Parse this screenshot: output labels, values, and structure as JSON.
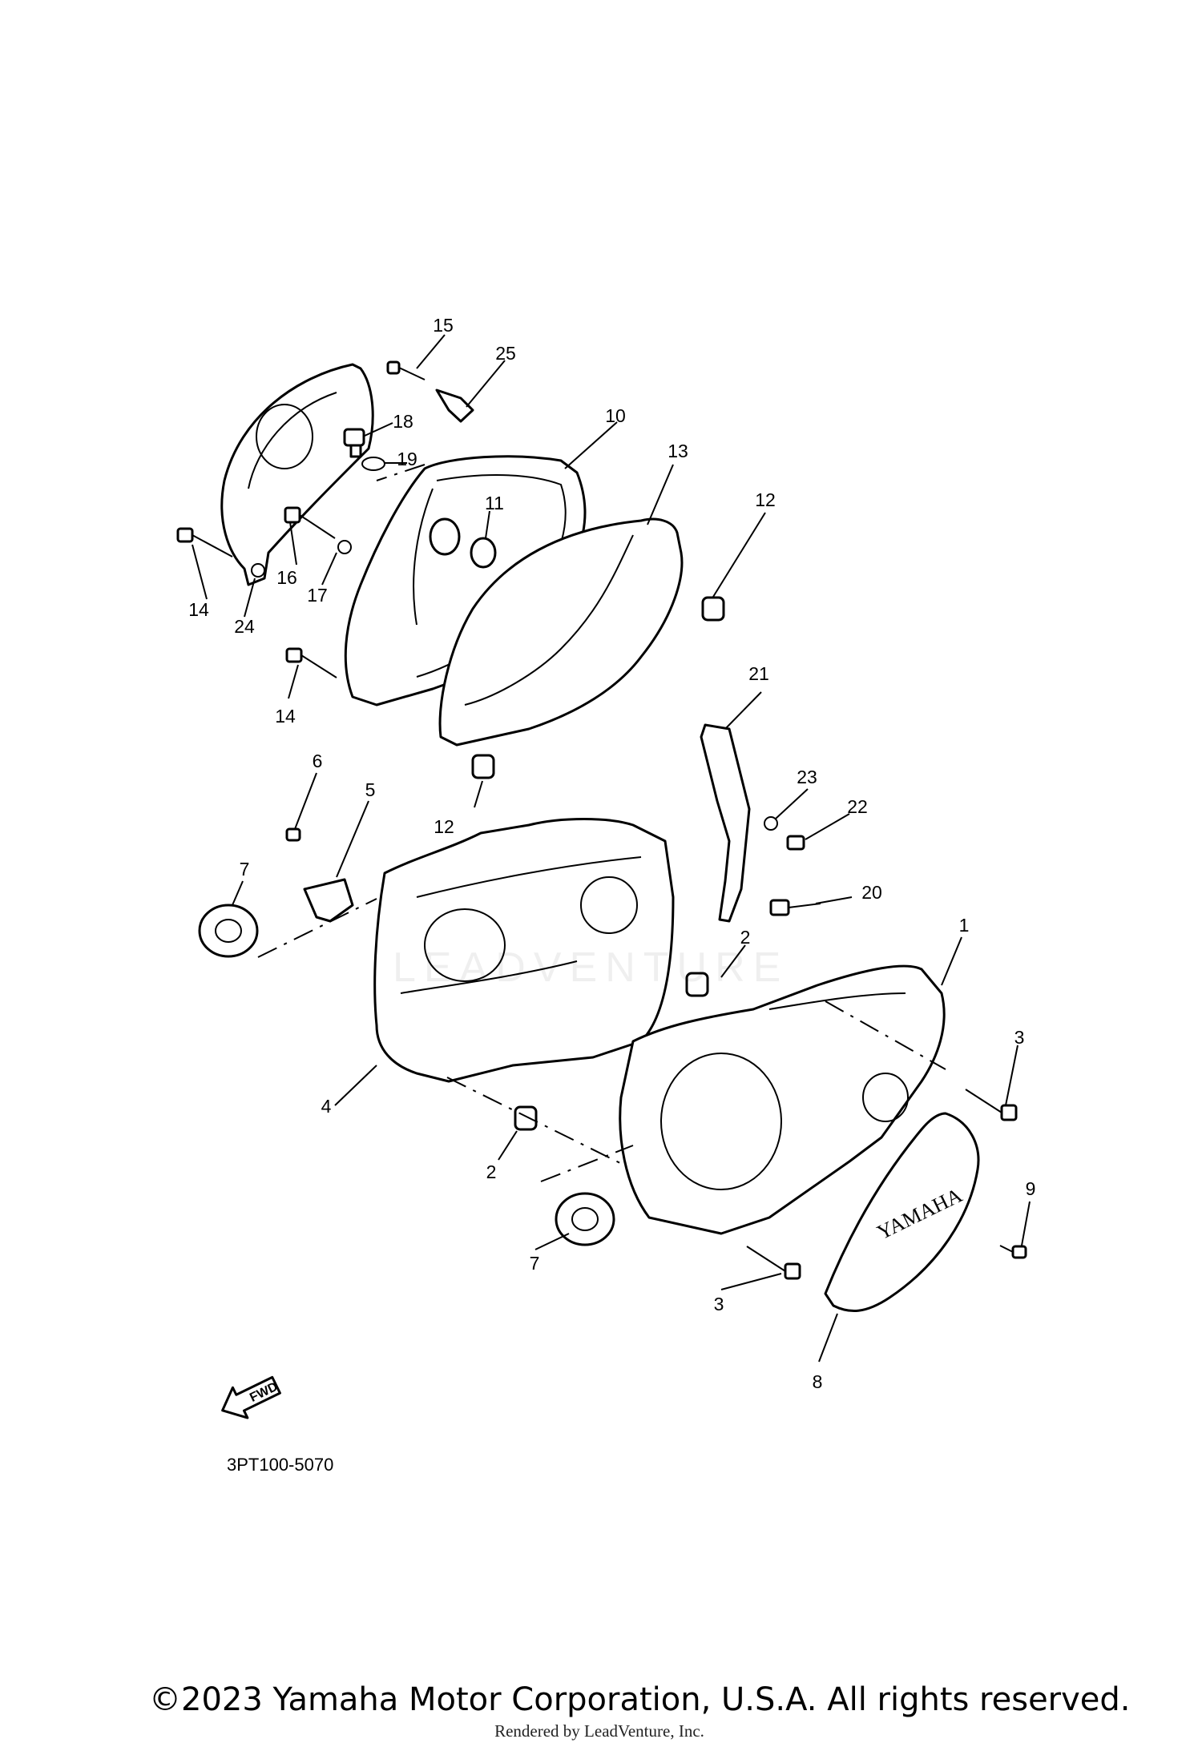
{
  "diagram": {
    "part_code": "3PT100-5070",
    "fwd_label": "FWD",
    "cover_brand": "YAMAHA",
    "watermark": "LEADVENTURE",
    "copyright": "©2023 Yamaha Motor Corporation, U.S.A. All rights reserved.",
    "rendered_by": "Rendered by LeadVenture, Inc.",
    "callouts": [
      "1",
      "2",
      "2",
      "3",
      "3",
      "4",
      "5",
      "6",
      "7",
      "7",
      "8",
      "9",
      "10",
      "11",
      "12",
      "12",
      "13",
      "14",
      "14",
      "15",
      "16",
      "17",
      "18",
      "19",
      "20",
      "21",
      "22",
      "23",
      "24",
      "25"
    ]
  }
}
